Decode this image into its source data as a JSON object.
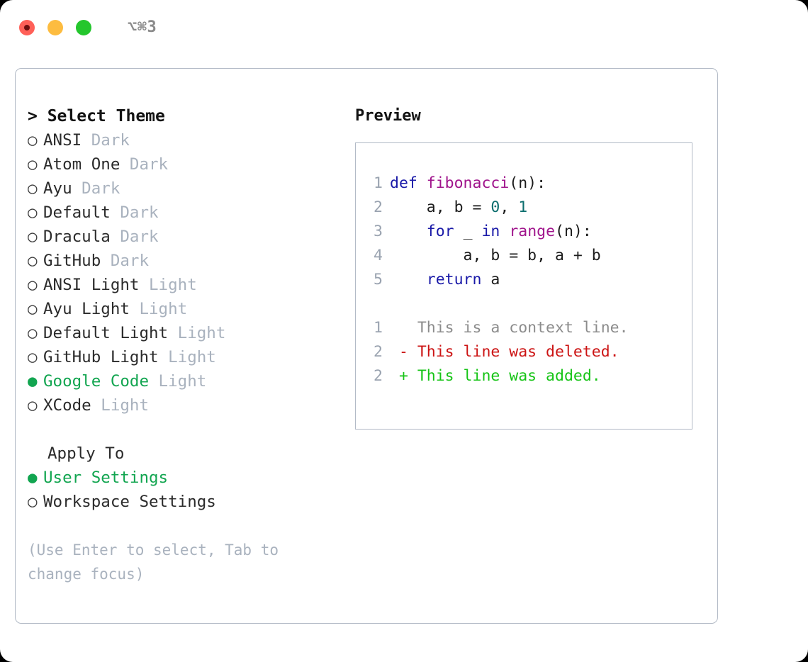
{
  "titlebar": {
    "shortcut": "⌥⌘3",
    "lights": [
      {
        "name": "close-button",
        "color": "#ff6058"
      },
      {
        "name": "minimize-button",
        "color": "#fdbc40"
      },
      {
        "name": "maximize-button",
        "color": "#24c62d"
      }
    ]
  },
  "theme_picker": {
    "header": "> Select Theme",
    "items": [
      {
        "marker": "○",
        "name": "ANSI",
        "variant": "Dark",
        "selected": false
      },
      {
        "marker": "○",
        "name": "Atom One",
        "variant": "Dark",
        "selected": false
      },
      {
        "marker": "○",
        "name": "Ayu",
        "variant": "Dark",
        "selected": false
      },
      {
        "marker": "○",
        "name": "Default",
        "variant": "Dark",
        "selected": false
      },
      {
        "marker": "○",
        "name": "Dracula",
        "variant": "Dark",
        "selected": false
      },
      {
        "marker": "○",
        "name": "GitHub",
        "variant": "Dark",
        "selected": false
      },
      {
        "marker": "○",
        "name": "ANSI Light",
        "variant": "Light",
        "selected": false
      },
      {
        "marker": "○",
        "name": "Ayu Light",
        "variant": "Light",
        "selected": false
      },
      {
        "marker": "○",
        "name": "Default Light",
        "variant": "Light",
        "selected": false
      },
      {
        "marker": "○",
        "name": "GitHub Light",
        "variant": "Light",
        "selected": false
      },
      {
        "marker": "●",
        "name": "Google Code",
        "variant": "Light",
        "selected": true
      },
      {
        "marker": "○",
        "name": "XCode",
        "variant": "Light",
        "selected": false
      }
    ]
  },
  "apply_to": {
    "header": "Apply To",
    "items": [
      {
        "marker": "●",
        "name": "User Settings",
        "selected": true
      },
      {
        "marker": "○",
        "name": "Workspace Settings",
        "selected": false
      }
    ]
  },
  "hint": "(Use Enter to select, Tab to change focus)",
  "preview": {
    "title": "Preview",
    "code_lines": [
      {
        "num": "1",
        "tokens": [
          {
            "t": "def ",
            "c": "kw"
          },
          {
            "t": "fibonacci",
            "c": "fn"
          },
          {
            "t": "(n):",
            "c": "punc"
          }
        ]
      },
      {
        "num": "2",
        "tokens": [
          {
            "t": "    a, b = ",
            "c": "id"
          },
          {
            "t": "0",
            "c": "num"
          },
          {
            "t": ", ",
            "c": "punc"
          },
          {
            "t": "1",
            "c": "num"
          }
        ]
      },
      {
        "num": "3",
        "tokens": [
          {
            "t": "    ",
            "c": "id"
          },
          {
            "t": "for",
            "c": "kw"
          },
          {
            "t": " _ ",
            "c": "id"
          },
          {
            "t": "in",
            "c": "kw"
          },
          {
            "t": " ",
            "c": "id"
          },
          {
            "t": "range",
            "c": "fn"
          },
          {
            "t": "(n):",
            "c": "punc"
          }
        ]
      },
      {
        "num": "4",
        "tokens": [
          {
            "t": "        a, b = b, a + b",
            "c": "id"
          }
        ]
      },
      {
        "num": "5",
        "tokens": [
          {
            "t": "    ",
            "c": "id"
          },
          {
            "t": "return",
            "c": "kw"
          },
          {
            "t": " a",
            "c": "id"
          }
        ]
      }
    ],
    "diff_lines": [
      {
        "num": "1",
        "prefix": "  ",
        "text": "This is a context line.",
        "kind": "ctx"
      },
      {
        "num": "2",
        "prefix": "- ",
        "text": "This line was deleted.",
        "kind": "del"
      },
      {
        "num": "2",
        "prefix": "+ ",
        "text": "This line was added.",
        "kind": "add"
      }
    ]
  },
  "colors": {
    "accent_green": "#12a550",
    "keyword": "#1a1aa8",
    "function": "#a0158c",
    "number": "#0c6e6e",
    "diff_deleted": "#cc1414",
    "diff_added": "#16c416",
    "muted": "#a9b2be",
    "border": "#b2bac6"
  }
}
